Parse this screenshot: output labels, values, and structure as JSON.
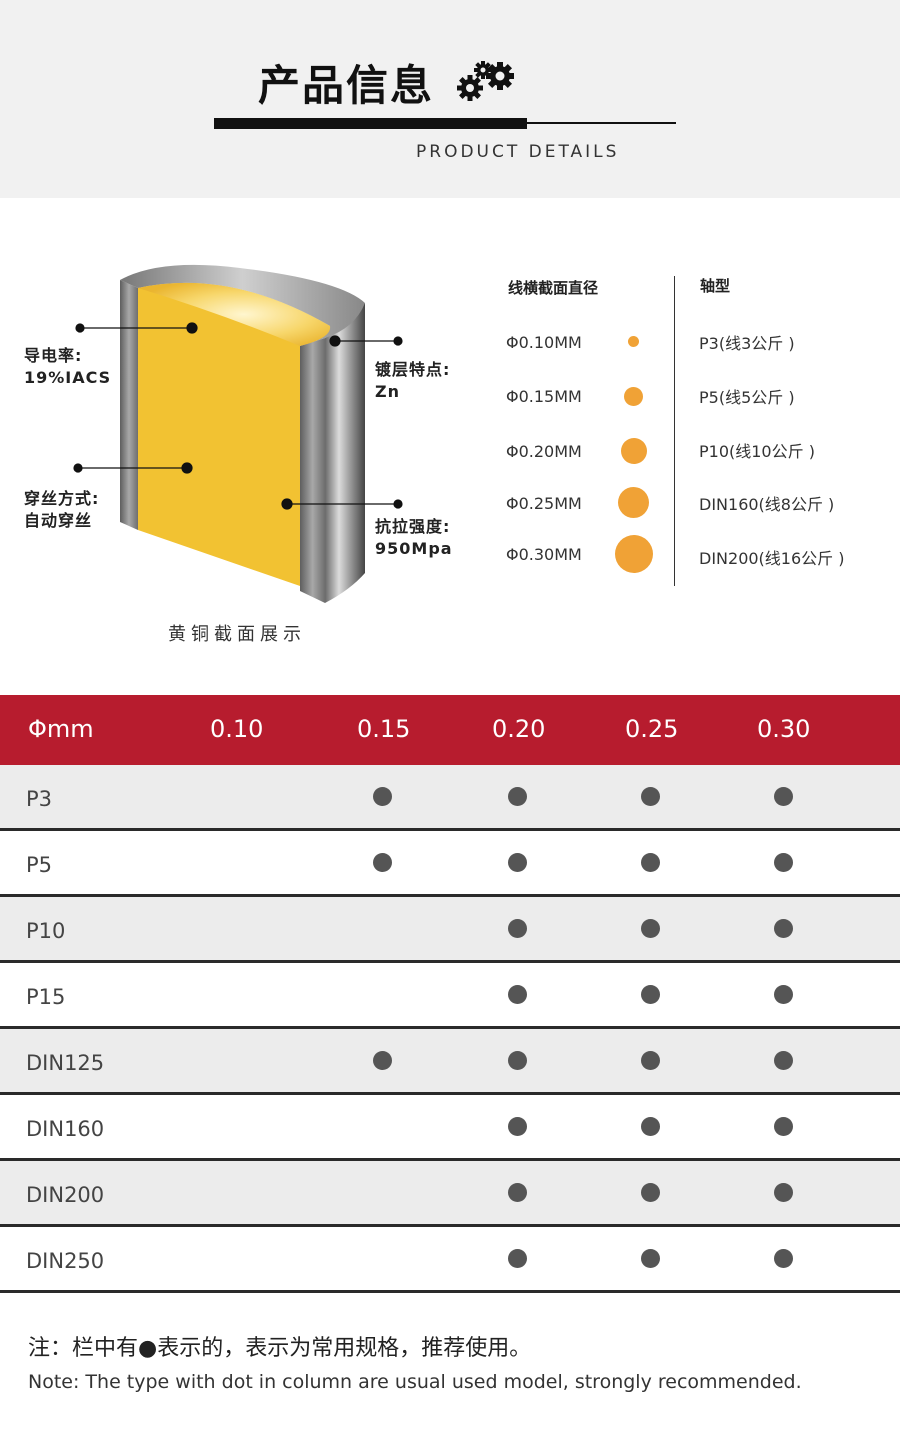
{
  "header": {
    "title": "产品信息",
    "subtitle": "PRODUCT DETAILS"
  },
  "illustration": {
    "caption": "黄铜截面展示",
    "labels": {
      "conductivity_title": "导电率:",
      "conductivity_value": "19%IACS",
      "threading_title": "穿丝方式:",
      "threading_value": "自动穿丝",
      "coating_title": "镀层特点:",
      "coating_value": "Zn",
      "tensile_title": "抗拉强度:",
      "tensile_value": "950Mpa"
    },
    "colors": {
      "core": "#f2c232",
      "shell": "#8c8c8c"
    }
  },
  "specs": {
    "diameter_header": "线横截面直径",
    "reel_header": "轴型",
    "diameters": [
      "Φ0.10MM",
      "Φ0.15MM",
      "Φ0.20MM",
      "Φ0.25MM",
      "Φ0.30MM"
    ],
    "reels": [
      "P3(线3公斤 )",
      "P5(线5公斤 )",
      "P10(线10公斤 )",
      "DIN160(线8公斤 )",
      "DIN200(线16公斤 )"
    ],
    "dot_color": "#f0a236"
  },
  "table": {
    "header_color": "#b71c2e",
    "columns": [
      "Φmm",
      "0.10",
      "0.15",
      "0.20",
      "0.25",
      "0.30"
    ],
    "rows": [
      {
        "name": "P3",
        "marks": [
          false,
          true,
          true,
          true,
          true
        ]
      },
      {
        "name": "P5",
        "marks": [
          false,
          true,
          true,
          true,
          true
        ]
      },
      {
        "name": "P10",
        "marks": [
          false,
          false,
          true,
          true,
          true
        ]
      },
      {
        "name": "P15",
        "marks": [
          false,
          false,
          true,
          true,
          true
        ]
      },
      {
        "name": "DIN125",
        "marks": [
          false,
          true,
          true,
          true,
          true
        ]
      },
      {
        "name": "DIN160",
        "marks": [
          false,
          false,
          true,
          true,
          true
        ]
      },
      {
        "name": "DIN200",
        "marks": [
          false,
          false,
          true,
          true,
          true
        ]
      },
      {
        "name": "DIN250",
        "marks": [
          false,
          false,
          true,
          true,
          true
        ]
      }
    ]
  },
  "notes": {
    "cn": "注：栏中有●表示的，表示为常用规格，推荐使用。",
    "en": "Note: The type with dot in column are usual used model, strongly recommended."
  }
}
